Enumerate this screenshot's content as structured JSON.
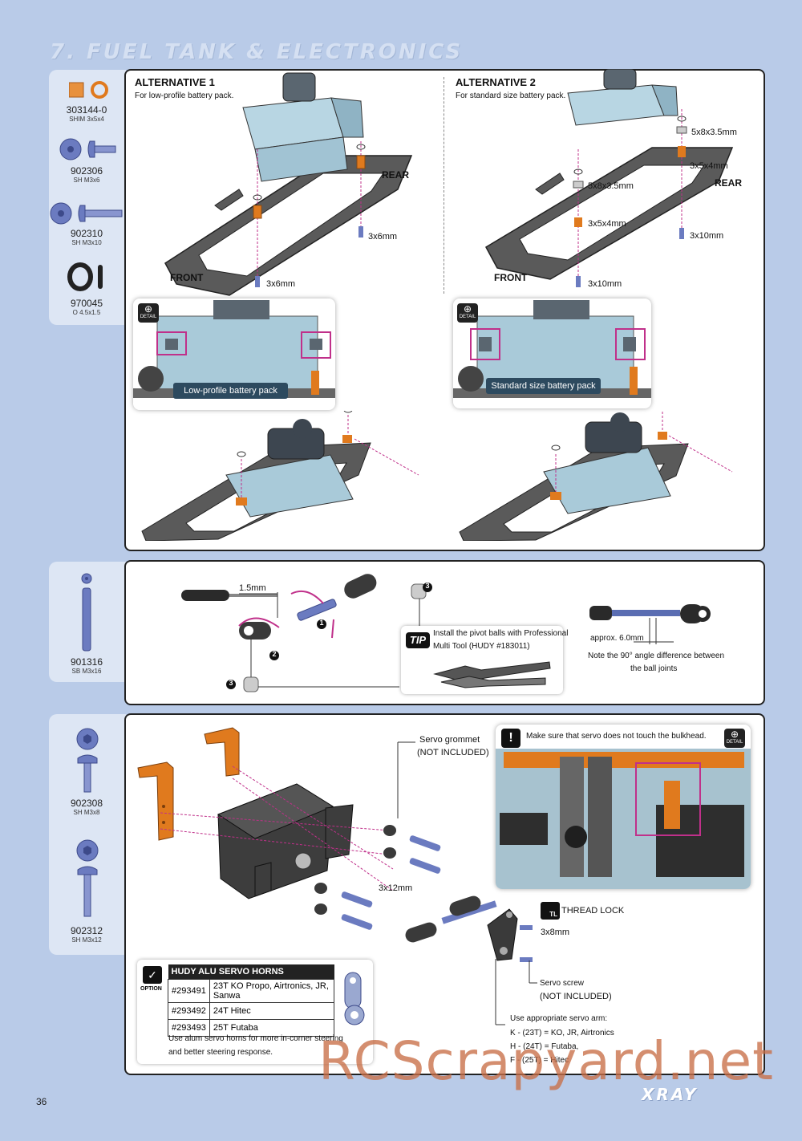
{
  "page": {
    "title": "7. FUEL TANK & ELECTRONICS",
    "number": "36",
    "brand": "XRAY",
    "watermark": "RCScrapyard.net"
  },
  "parts_top": [
    {
      "code": "303144-0",
      "desc": "SHIM 3x5x4"
    },
    {
      "code": "902306",
      "desc": "SH M3x6"
    },
    {
      "code": "902310",
      "desc": "SH M3x10"
    },
    {
      "code": "970045",
      "desc": "O 4.5x1.5"
    }
  ],
  "parts_mid": [
    {
      "code": "901316",
      "desc": "SB M3x16"
    }
  ],
  "parts_bot": [
    {
      "code": "902308",
      "desc": "SH M3x8"
    },
    {
      "code": "902312",
      "desc": "SH M3x12"
    }
  ],
  "alt1": {
    "title": "ALTERNATIVE 1",
    "subtitle": "For low-profile battery pack.",
    "rear": "REAR",
    "front": "FRONT",
    "screw_rear": "3x6mm",
    "screw_front": "3x6mm",
    "detail_label": "Low-profile battery pack",
    "detail_icon": "DETAIL"
  },
  "alt2": {
    "title": "ALTERNATIVE 2",
    "subtitle": "For standard size battery pack.",
    "rear": "REAR",
    "front": "FRONT",
    "shim_a": "5x8x3.5mm",
    "spacer_a": "3x5x4mm",
    "shim_b": "5x8x3.5mm",
    "spacer_b": "3x5x4mm",
    "screw_rear": "3x10mm",
    "screw_front": "3x10mm",
    "detail_label": "Standard size battery pack",
    "detail_icon": "DETAIL"
  },
  "link": {
    "dim": "1.5mm",
    "tip_badge": "TIP",
    "tip_text_1": "Install the pivot balls with Professional",
    "tip_text_2": "Multi Tool (HUDY #183011)",
    "approx": "approx. 6.0mm",
    "note_1": "Note the 90° angle difference between",
    "note_2": "the ball joints",
    "step1": "1",
    "step2": "2",
    "step3a": "3",
    "step3b": "3"
  },
  "servo": {
    "grommet_1": "Servo grommet",
    "grommet_2": "(NOT INCLUDED)",
    "warning": "Make sure that servo does not touch the bulkhead.",
    "screw": "3x12mm",
    "threadlock": "THREAD LOCK",
    "tl_icon": "TL",
    "screw_b": "3x8mm",
    "servo_screw_1": "Servo screw",
    "servo_screw_2": "(NOT INCLUDED)",
    "arm_title": "Use appropriate servo arm:",
    "arm_k": "K - (23T) = KO, JR, Airtronics",
    "arm_h": "H - (24T) = Futaba,",
    "arm_f": "F - (25T) = Hitec",
    "detail_icon": "DETAIL"
  },
  "option": {
    "label": "OPTION",
    "header": "HUDY ALU SERVO HORNS",
    "rows": [
      {
        "code": "#293491",
        "desc": "23T KO Propo, Airtronics, JR, Sanwa"
      },
      {
        "code": "#293492",
        "desc": "24T Hitec"
      },
      {
        "code": "#293493",
        "desc": "25T Futaba"
      }
    ],
    "note_1": "Use alum servo horns for more in-corner steering",
    "note_2": "and better steering response."
  },
  "colors": {
    "accent": "#c0308a",
    "orange": "#e07a1e",
    "part_blue": "#5a6db2",
    "bg": "#b9cbe8"
  }
}
